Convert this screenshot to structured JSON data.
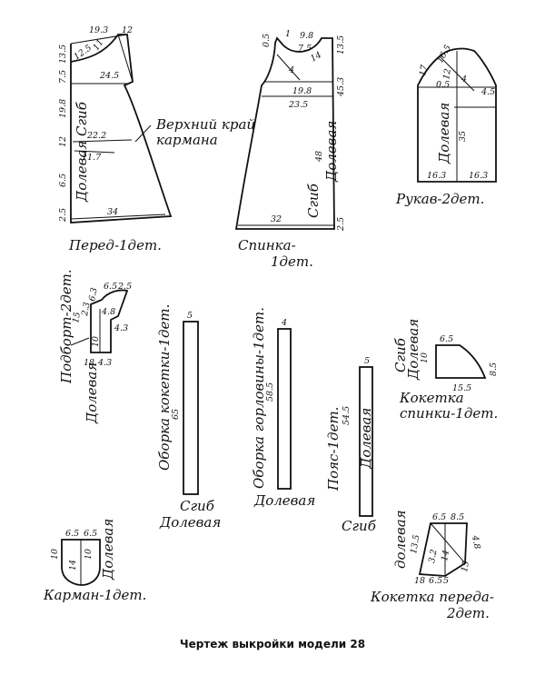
{
  "caption": "Чертеж выкройки модели 28",
  "front": {
    "title": "Перед-1дет.",
    "pocket_edge_1": "Верхний край",
    "pocket_edge_2": "кармана",
    "grain": "Долевая",
    "fold": "Сгиб",
    "top_width": "19.3",
    "shoulder": "12",
    "neck_a": "12.5",
    "neck_b": "11",
    "chest": "24.5",
    "pocket_w": "22.2",
    "pocket_off": "11.7",
    "hem": "34",
    "side_1": "13.5",
    "side_2": "7.5",
    "side_3": "19.8",
    "side_4": "12",
    "side_5": "6.5",
    "side_6": "2.5"
  },
  "back": {
    "title_1": "Спинка-",
    "title_2": "1дет.",
    "grain": "Долевая",
    "fold": "Сгиб",
    "n1": "1",
    "n2": "9.8",
    "n3": "0.5",
    "n4": "7.5",
    "n5": "14",
    "n6": "4",
    "n7": "19.8",
    "n8": "23.5",
    "hem": "32",
    "side_1": "13.5",
    "side_2": "45.3",
    "side_3": "48",
    "side_4": "2.5"
  },
  "sleeve": {
    "title": "Рукав-2дет.",
    "grain": "Долевая",
    "n1": "17",
    "n2": "16.5",
    "n3": "0.5",
    "n4": "12",
    "n5": "4",
    "n6": "4.5",
    "n7": "35",
    "n8": "16.3",
    "n9": "16.3"
  },
  "facing": {
    "title": "Подборт-2дет.",
    "grain": "Долевая",
    "n1": "6.5",
    "n2": "2.5",
    "n3": "6.3",
    "n4": "4.8",
    "n5": "15",
    "n6": "2.3",
    "n7": "4.3",
    "n8": "10",
    "n9": "18",
    "n10": "4.3"
  },
  "yoke_ruffle": {
    "title": "Оборка кокетки-1дет.",
    "length": "65",
    "width": "5",
    "fold": "Сгиб",
    "grain": "Долевая"
  },
  "neck_ruffle": {
    "title": "Оборка горловины-1дет.",
    "length": "58.5",
    "width": "4",
    "grain": "Долевая"
  },
  "belt": {
    "title": "Пояс-1дет.",
    "length": "54.5",
    "width": "5",
    "grain": "Долевая",
    "fold": "Сгиб"
  },
  "back_yoke": {
    "title_1": "Кокетка",
    "title_2": "спинки-1дет.",
    "fold": "Сгиб",
    "grain": "Долевая",
    "n1": "10",
    "n2": "6.5",
    "n3": "15.5",
    "n4": "8.5"
  },
  "pocket": {
    "title": "Карман-1дет.",
    "grain": "Долевая",
    "n1": "6.5",
    "n2": "6.5",
    "n3": "10",
    "n4": "14",
    "n5": "10"
  },
  "front_yoke": {
    "title_1": "Кокетка переда-",
    "title_2": "2дет.",
    "grain": "долевая",
    "n1": "6.5",
    "n2": "8.5",
    "n3": "4.8",
    "n4": "13.5",
    "n5": "3.2",
    "n6": "14",
    "n7": "15",
    "n8": "18",
    "n9": "6.5",
    "n10": "5"
  }
}
